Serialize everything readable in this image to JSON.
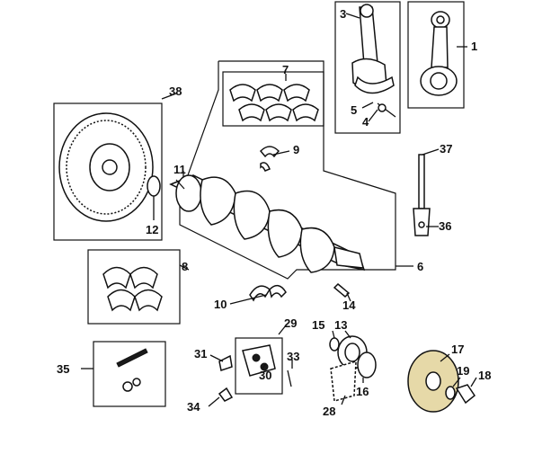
{
  "labels": [
    {
      "id": "1",
      "text": "1"
    },
    {
      "id": "3",
      "text": "3"
    },
    {
      "id": "4",
      "text": "4"
    },
    {
      "id": "5",
      "text": "5"
    },
    {
      "id": "6",
      "text": "6"
    },
    {
      "id": "7",
      "text": "7"
    },
    {
      "id": "8",
      "text": "8"
    },
    {
      "id": "9",
      "text": "9"
    },
    {
      "id": "10",
      "text": "10"
    },
    {
      "id": "11",
      "text": "11"
    },
    {
      "id": "12",
      "text": "12"
    },
    {
      "id": "13",
      "text": "13"
    },
    {
      "id": "14",
      "text": "14"
    },
    {
      "id": "15",
      "text": "15"
    },
    {
      "id": "16",
      "text": "16"
    },
    {
      "id": "17",
      "text": "17"
    },
    {
      "id": "18",
      "text": "18"
    },
    {
      "id": "19",
      "text": "19"
    },
    {
      "id": "28",
      "text": "28"
    },
    {
      "id": "29",
      "text": "29"
    },
    {
      "id": "30",
      "text": "30"
    },
    {
      "id": "31",
      "text": "31"
    },
    {
      "id": "33",
      "text": "33"
    },
    {
      "id": "34",
      "text": "34"
    },
    {
      "id": "35",
      "text": "35"
    },
    {
      "id": "36",
      "text": "36"
    },
    {
      "id": "37",
      "text": "37"
    },
    {
      "id": "38",
      "text": "38"
    }
  ],
  "colors": {
    "ink": "#111111",
    "paper": "#ffffff",
    "pulley_fill": "#e6d9a8"
  }
}
